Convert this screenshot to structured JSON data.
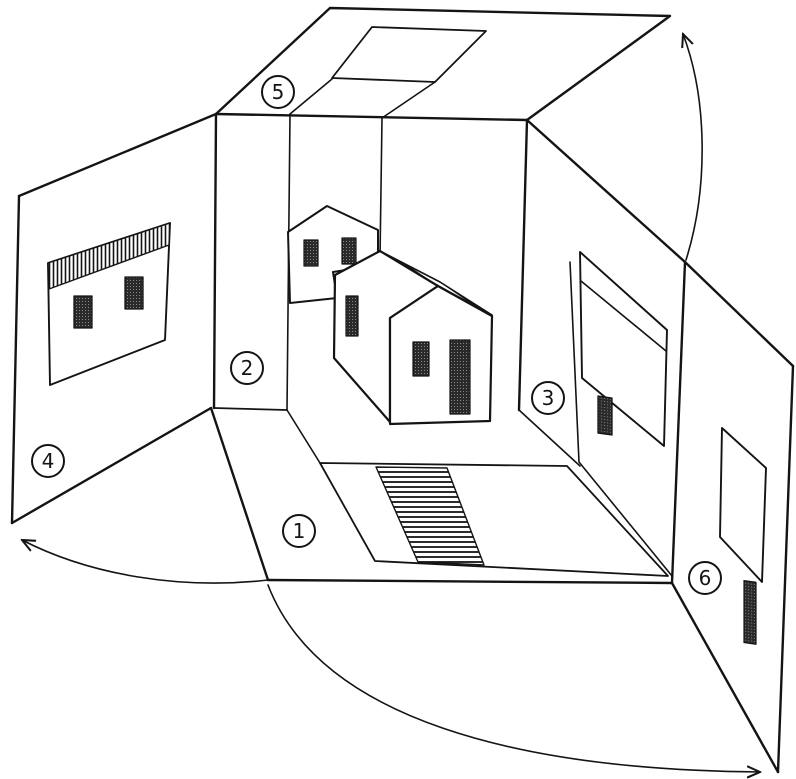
{
  "colors": {
    "background": "#ffffff",
    "ink": "#141414"
  },
  "panels": [
    {
      "id": "1",
      "label": "1"
    },
    {
      "id": "2",
      "label": "2"
    },
    {
      "id": "3",
      "label": "3"
    },
    {
      "id": "4",
      "label": "4"
    },
    {
      "id": "5",
      "label": "5"
    },
    {
      "id": "6",
      "label": "6"
    }
  ]
}
